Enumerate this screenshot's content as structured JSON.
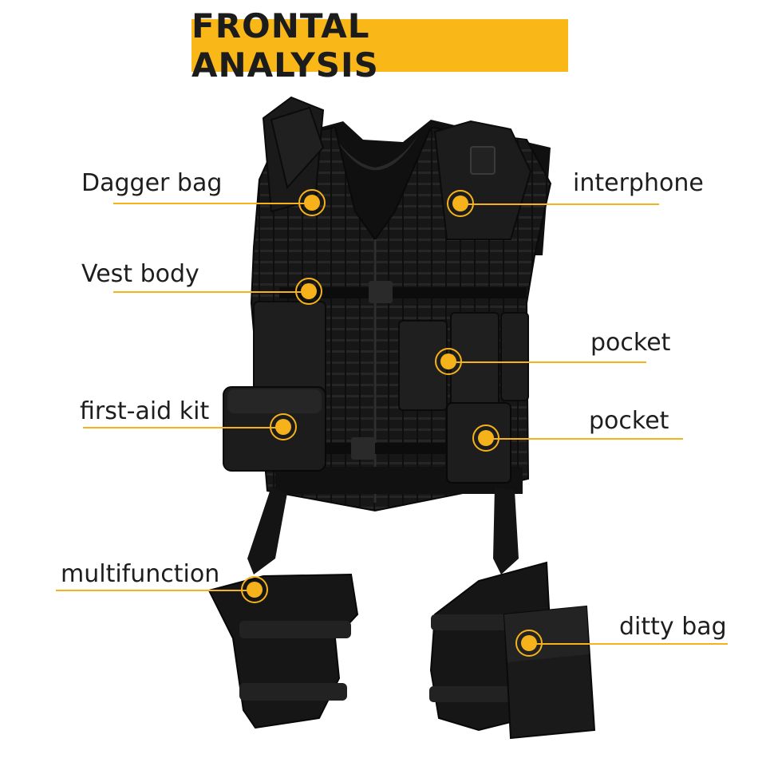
{
  "title": "FRONTAL ANALYSIS",
  "colors": {
    "accent": "#f5b21a",
    "banner": "#f9b718",
    "text": "#1e1e1e",
    "vest": "#151515"
  },
  "callouts": [
    {
      "id": "dagger-bag",
      "text": "Dagger bag"
    },
    {
      "id": "vest-body",
      "text": "Vest body"
    },
    {
      "id": "first-aid-kit",
      "text": "first-aid kit"
    },
    {
      "id": "multifunction",
      "text": "multifunction"
    },
    {
      "id": "interphone",
      "text": "interphone"
    },
    {
      "id": "pocket-upper",
      "text": "pocket"
    },
    {
      "id": "pocket-lower",
      "text": "pocket"
    },
    {
      "id": "ditty-bag",
      "text": "ditty bag"
    }
  ]
}
